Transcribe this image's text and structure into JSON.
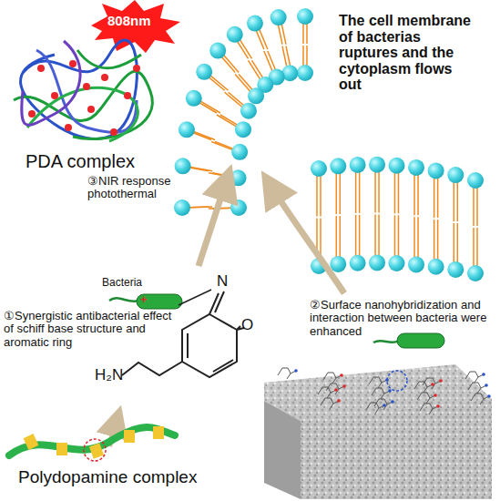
{
  "diagram": {
    "labels": [
      "808nm",
      "PDA complex",
      "The cell membrane of bacterias ruptures and the cytoplasm flows out",
      "③NIR response photothermal",
      "Bacteria",
      "+",
      "①Synergistic antibacterial effect of schiff base structure and aromatic ring",
      "N",
      "O",
      "H₂N",
      "②Surface nanohybridization and interaction between bacteria were enhanced",
      "Polydopamine complex"
    ]
  }
}
